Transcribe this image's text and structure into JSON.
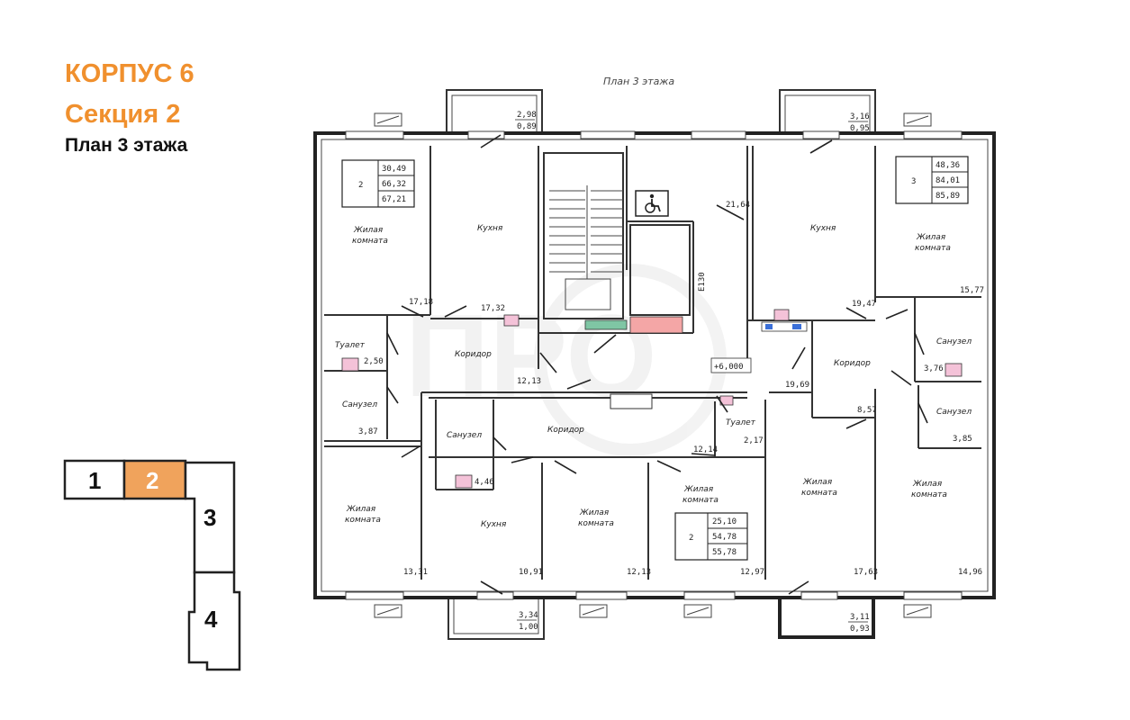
{
  "header": {
    "building": "КОРПУС 6",
    "section": "Секция 2",
    "floor_plan": "План 3 этажа"
  },
  "plan_title": "План 3 этажа",
  "key_plan": {
    "sections": [
      "1",
      "2",
      "3",
      "4"
    ],
    "active": "2"
  },
  "colors": {
    "accent": "#f0902e",
    "wall": "#222222"
  },
  "apartments": [
    {
      "rooms": "2",
      "areas": [
        "30,49",
        "66,32",
        "67,21"
      ]
    },
    {
      "rooms": "3",
      "areas": [
        "48,36",
        "84,01",
        "85,89"
      ]
    },
    {
      "rooms": "2",
      "areas": [
        "25,10",
        "54,78",
        "55,78"
      ]
    }
  ],
  "rooms": {
    "living_tl": "Жилая комната",
    "living_tl_area": "17,18",
    "kitchen_tl": "Кухня",
    "kitchen_tl_area": "17,32",
    "toilet_l": "Туалет",
    "toilet_l_area": "2,50",
    "bath_l": "Санузел",
    "bath_l_area": "3,87",
    "corridor_l": "Коридор",
    "corridor_l_area": "12,13",
    "living_bl": "Жилая комната",
    "living_bl_area": "13,31",
    "bath_c": "Санузел",
    "bath_c_area": "4,46",
    "kitchen_bc": "Кухня",
    "kitchen_bc_area": "10,91",
    "living_bc": "Жилая комната",
    "living_bc_area": "12,13",
    "corridor_c": "Коридор",
    "corridor_c_area": "12,14",
    "toilet_c": "Туалет",
    "toilet_c_area": "2,17",
    "living_br2": "Жилая комната",
    "living_br2_area": "12,97",
    "hall_area": "21,64",
    "elevator_label": "Е130",
    "level": "+6,000",
    "kitchen_tr": "Кухня",
    "kitchen_tr_area": "19,47",
    "living_tr": "Жилая комната",
    "living_tr_area": "15,77",
    "corridor_r": "Коридор",
    "corridor_r_area": "8,57",
    "landing_area": "19,69",
    "bath_r1": "Санузел",
    "bath_r1_area": "3,76",
    "bath_r2": "Санузел",
    "bath_r2_area": "3,85",
    "living_brc": "Жилая комната",
    "living_brc_area": "17,63",
    "living_brr": "Жилая комната",
    "living_brr_area": "14,96"
  },
  "balconies": {
    "tl": [
      "2,98",
      "0,89"
    ],
    "tr": [
      "3,16",
      "0,95"
    ],
    "bl": [
      "3,34",
      "1,00"
    ],
    "br": [
      "3,11",
      "0,93"
    ]
  }
}
